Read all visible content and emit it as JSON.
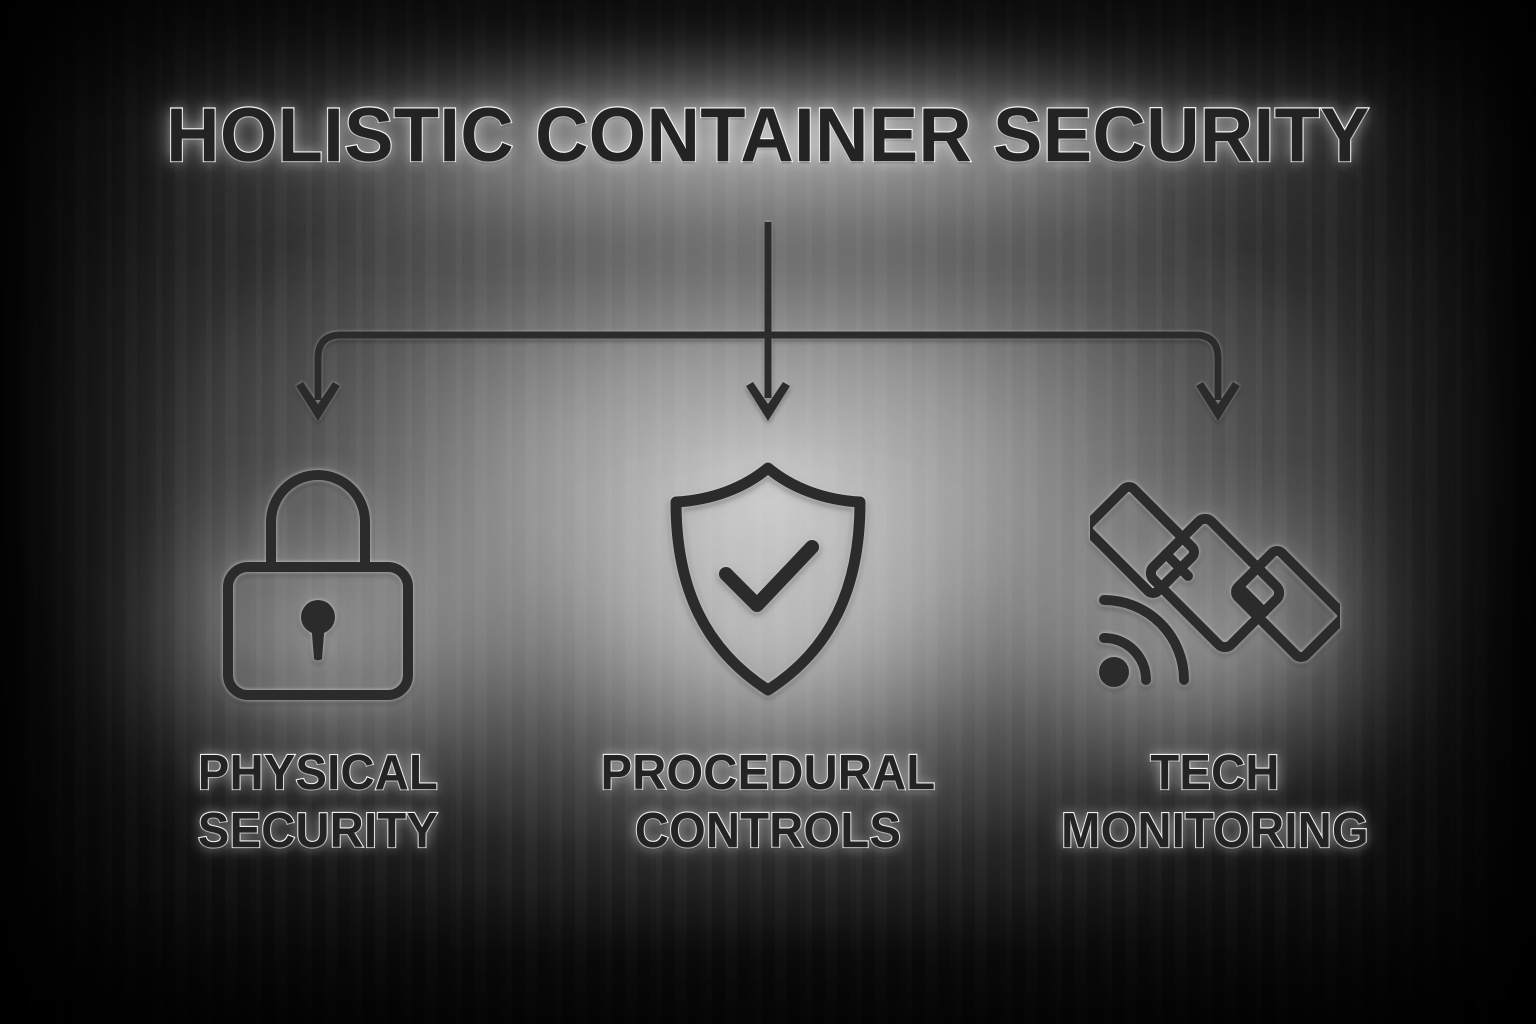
{
  "poster": {
    "title": "HOLISTIC CONTAINER SECURITY",
    "theme": {
      "ink": "#2b2b2b",
      "text_fill": "#232323",
      "text_outline": "#f0f0f0",
      "background_dark": "#111111",
      "background_glow": "#e1e1e1"
    }
  },
  "branches": [
    {
      "icon": "lock-icon",
      "label_line1": "PHYSICAL",
      "label_line2": "SECURITY"
    },
    {
      "icon": "shield-check-icon",
      "label_line1": "PROCEDURAL",
      "label_line2": "CONTROLS"
    },
    {
      "icon": "satellite-signal-icon",
      "label_line1": "TECH",
      "label_line2": "MONITORING"
    }
  ],
  "connector": {
    "name": "org-chart-connector",
    "arrow_count": 3,
    "direction": "down"
  }
}
